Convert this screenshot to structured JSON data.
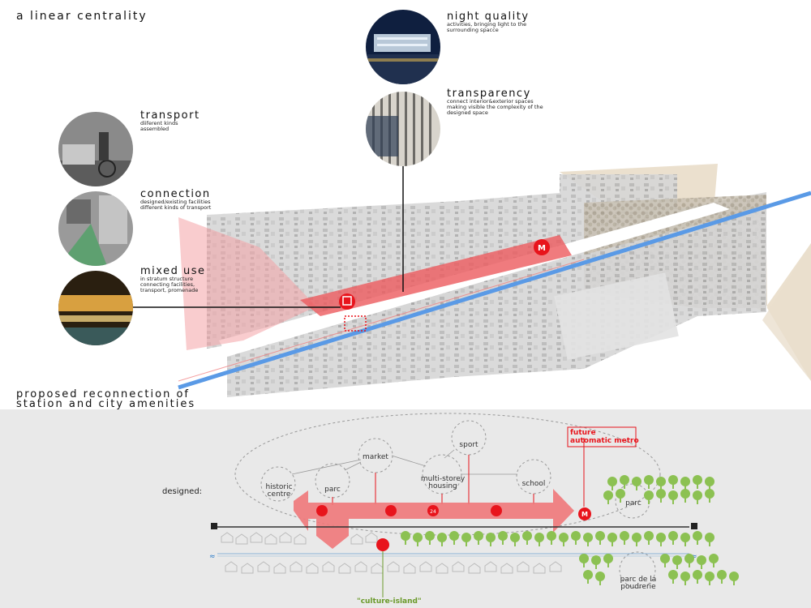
{
  "page_title": "a linear centrality",
  "section2_title_line1": "proposed reconnection of",
  "section2_title_line2": "station and city amenities",
  "callouts": [
    {
      "title": "night quality",
      "desc": "activities, bringing light to the surrounding spacce"
    },
    {
      "title": "transparency",
      "desc": "connect interior&exterior spaces making visible the complexity of the designed space"
    },
    {
      "title": "transport",
      "desc": "diiferent kinds assembled"
    },
    {
      "title": "connection",
      "desc": "designed/existing facilities different kinds of transport"
    },
    {
      "title": "mixed use",
      "desc": "in stratum structure connecting facilities, transport, promenade"
    }
  ],
  "diagram": {
    "designed_label": "designed:",
    "nodes": [
      "historic centre",
      "parc",
      "market",
      "multi-storey housing",
      "sport",
      "school",
      "parc",
      "parc de la poudrerie"
    ],
    "future_metro_line1": "future",
    "future_metro_line2": "automatic metro",
    "culture_island": "\"culture-island\"",
    "metro_symbol": "M",
    "hours_badge": "24"
  },
  "colors": {
    "accent_red": "#e8141c",
    "band_red": "#f0787a",
    "rail_blue": "#5a9ae6",
    "tan": "#e6d6c0",
    "tree_green": "#8cc152"
  }
}
